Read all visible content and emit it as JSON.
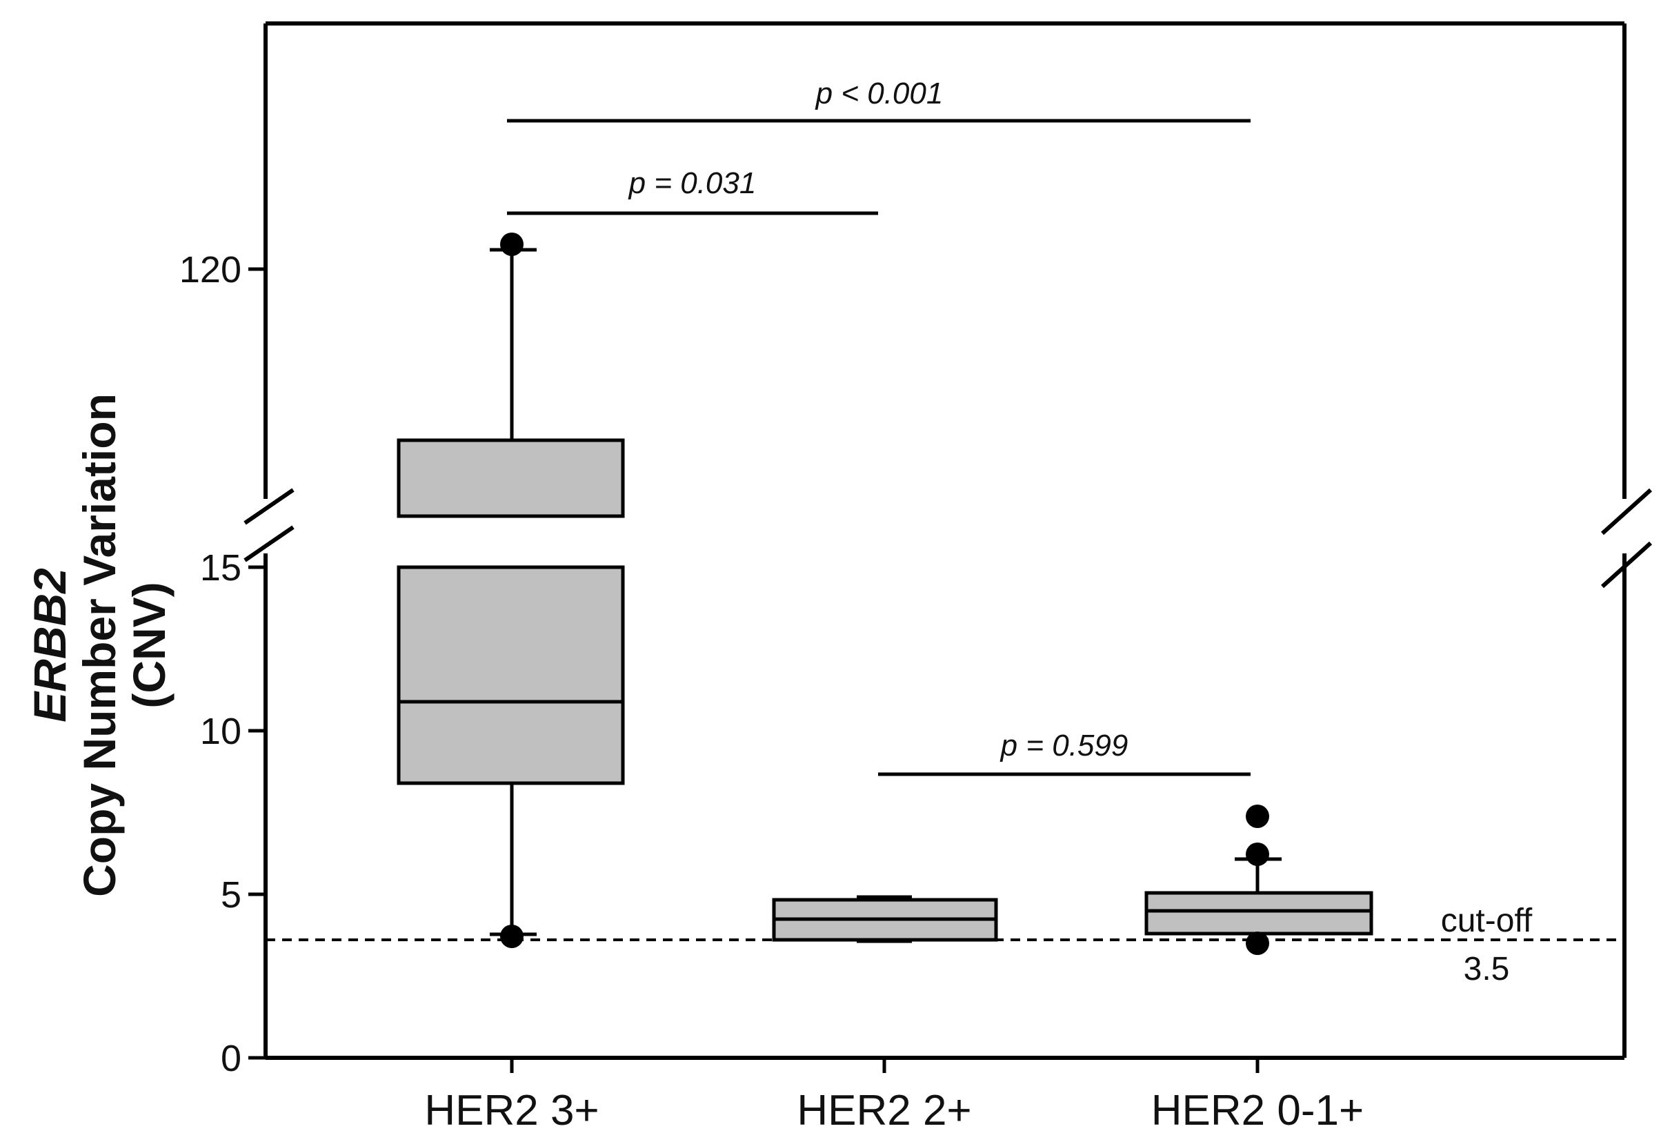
{
  "chart_data": {
    "type": "box",
    "ylabel_gene": "ERBB2",
    "ylabel_line1": "Copy Number Variation",
    "ylabel_line2": "(CNV)",
    "y_axis_break": {
      "lower_segment": [
        0,
        15
      ],
      "upper_segment_tick": 120
    },
    "y_ticks": [
      "0",
      "5",
      "10",
      "15",
      "120"
    ],
    "categories": [
      "HER2 3+",
      "HER2 2+",
      "HER2 0-1+"
    ],
    "boxes": [
      {
        "category": "HER2 3+",
        "whisker_low": 3.8,
        "q1": 8.4,
        "median": 10.9,
        "q3": 15.0,
        "q3_continues_above_break": true,
        "whisker_high": 121,
        "outliers": [
          3.8,
          121.5
        ]
      },
      {
        "category": "HER2 2+",
        "whisker_low": 3.6,
        "q1": 3.6,
        "median": 4.3,
        "q3": 4.9,
        "whisker_high": 5.0,
        "outliers": []
      },
      {
        "category": "HER2 0-1+",
        "whisker_low": 3.8,
        "q1": 3.8,
        "median": 4.5,
        "q3": 5.1,
        "whisker_high": 6.1,
        "outliers": [
          3.5,
          6.2,
          7.4
        ]
      }
    ],
    "cutoff": {
      "value": 3.5,
      "label": "cut-off",
      "value_label": "3.5"
    },
    "comparisons": [
      {
        "from": "HER2 3+",
        "to": "HER2 2+",
        "label": "p = 0.031"
      },
      {
        "from": "HER2 3+",
        "to": "HER2 0-1+",
        "label": "p < 0.001"
      },
      {
        "from": "HER2 2+",
        "to": "HER2 0-1+",
        "label": "p = 0.599"
      }
    ],
    "colors": {
      "box_fill": "#c0c0c0",
      "line": "#000000"
    },
    "grid": false
  }
}
